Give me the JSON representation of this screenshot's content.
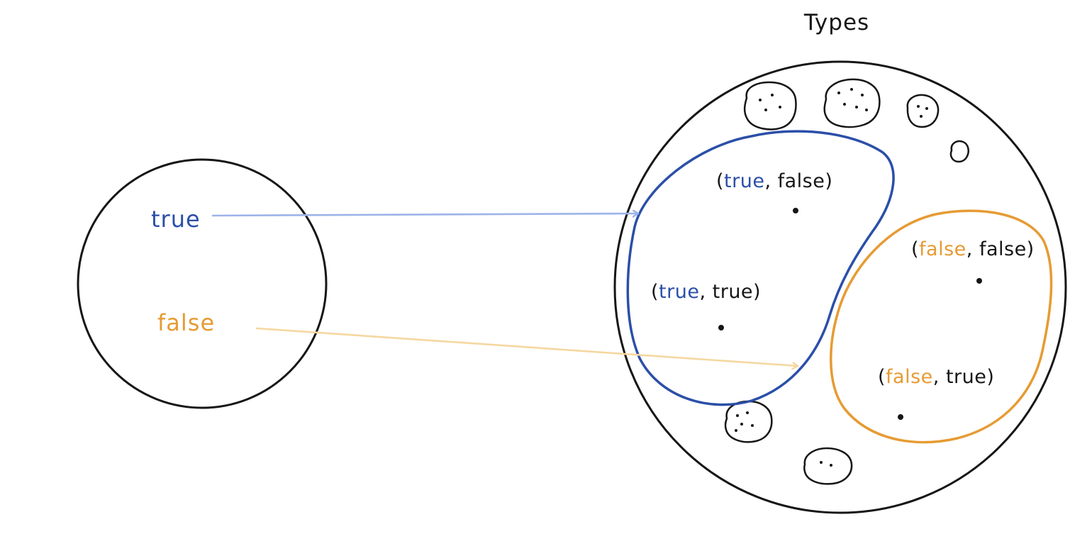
{
  "title": "Types",
  "colors": {
    "ink": "#161616",
    "true_blue": "#2b4fa8",
    "false_orange": "#e69b33",
    "arrow_blue": "#9db4e8",
    "arrow_orange": "#f5d7a0"
  },
  "domain": {
    "true_label": "true",
    "false_label": "false"
  },
  "pairs": {
    "blue": [
      {
        "open": "(",
        "first": "true",
        "rest": ", false)"
      },
      {
        "open": "(",
        "first": "true",
        "rest": ", true)"
      }
    ],
    "orange": [
      {
        "open": "(",
        "first": "false",
        "rest": ", false)"
      },
      {
        "open": "(",
        "first": "false",
        "rest": ", true)"
      }
    ]
  }
}
